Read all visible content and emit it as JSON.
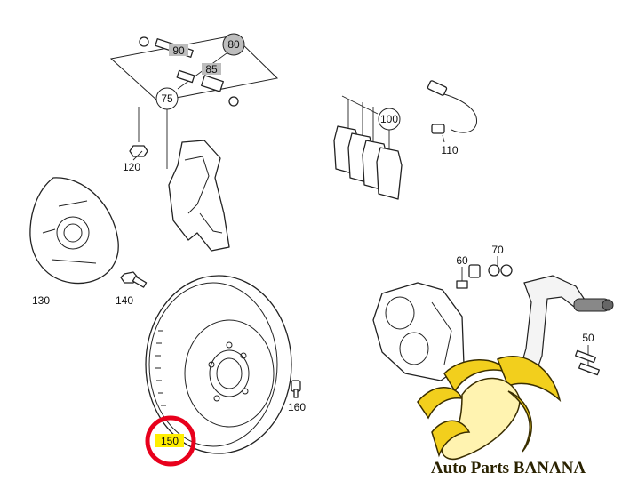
{
  "callouts": {
    "c75": "75",
    "c80": "80",
    "c90": "90",
    "c85": "85",
    "c100": "100",
    "c110": "110",
    "c120": "120",
    "c130": "130",
    "c140": "140",
    "c60": "60",
    "c70": "70",
    "c50": "50",
    "c160": "160",
    "c150": "150"
  },
  "highlight": {
    "part_number": "150",
    "marker_color": "#e8001c",
    "label_fill": "#ffee00"
  },
  "watermark": {
    "text": "Auto Parts BANANA",
    "logo_icon": "banana-logo-icon",
    "banana_color": "#f2cf1d"
  }
}
